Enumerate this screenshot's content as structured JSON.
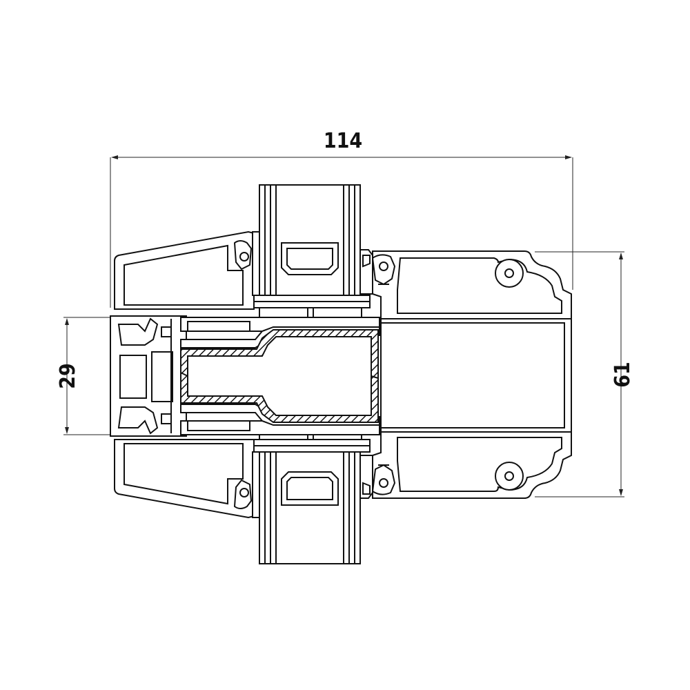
{
  "dimensions": {
    "overall_width": "114",
    "left_height": "29",
    "right_height": "61"
  },
  "colors": {
    "stroke": "#111111",
    "dimension_line": "#222222",
    "background": "#ffffff"
  }
}
